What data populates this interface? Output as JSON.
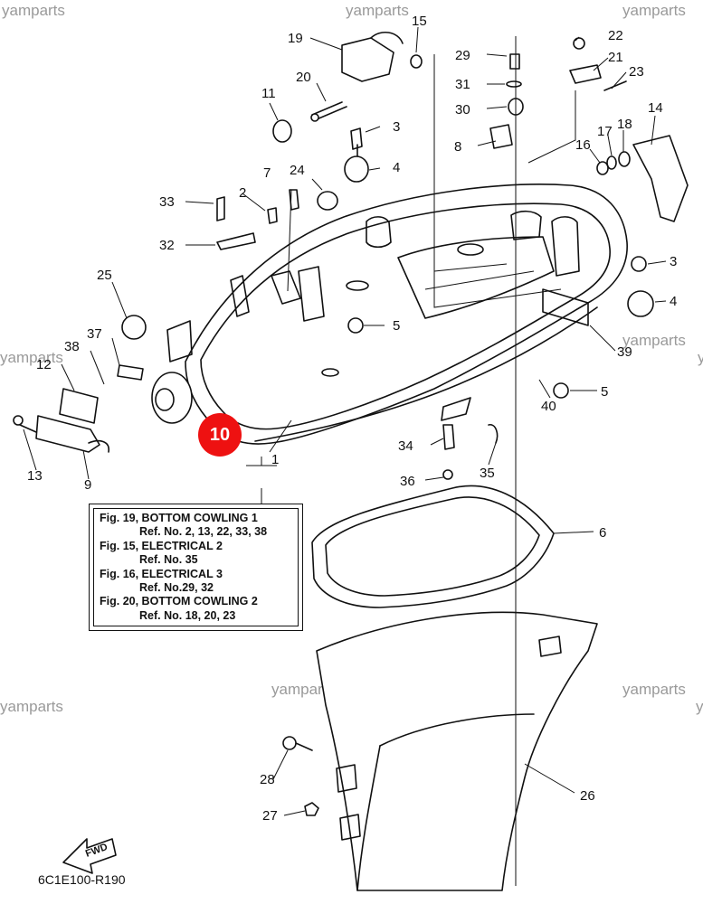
{
  "watermarks": [
    "yamparts",
    "yamparts",
    "yamparts",
    "yamparts",
    "yamparts",
    "yamparts",
    "yamparts",
    "yamparts",
    "yamparts",
    "yamparts",
    "yamparts",
    "yamparts"
  ],
  "callouts": [
    "1",
    "2",
    "3",
    "4",
    "5",
    "6",
    "7",
    "8",
    "9",
    "11",
    "12",
    "13",
    "14",
    "15",
    "16",
    "17",
    "18",
    "19",
    "20",
    "21",
    "22",
    "23",
    "24",
    "25",
    "26",
    "27",
    "28",
    "29",
    "30",
    "31",
    "32",
    "33",
    "34",
    "35",
    "36",
    "37",
    "38",
    "39",
    "40",
    "3",
    "4",
    "5"
  ],
  "highlight_label": "10",
  "reference_box": {
    "lines": [
      {
        "text": "Fig. 19, BOTTOM COWLING 1",
        "indent": false
      },
      {
        "text": "Ref. No. 2, 13, 22, 33, 38",
        "indent": true
      },
      {
        "text": "Fig. 15, ELECTRICAL 2",
        "indent": false
      },
      {
        "text": "Ref. No. 35",
        "indent": true
      },
      {
        "text": "Fig. 16, ELECTRICAL 3",
        "indent": false
      },
      {
        "text": "Ref. No.29, 32",
        "indent": true
      },
      {
        "text": "Fig. 20, BOTTOM COWLING 2",
        "indent": false
      },
      {
        "text": "Ref. No. 18, 20, 23",
        "indent": true
      }
    ]
  },
  "fwd_label": "FWD",
  "drawing_code": "6C1E100-R190",
  "colors": {
    "highlight": "#ee1111",
    "watermark": "#9a9a9a",
    "ink": "#111111"
  }
}
